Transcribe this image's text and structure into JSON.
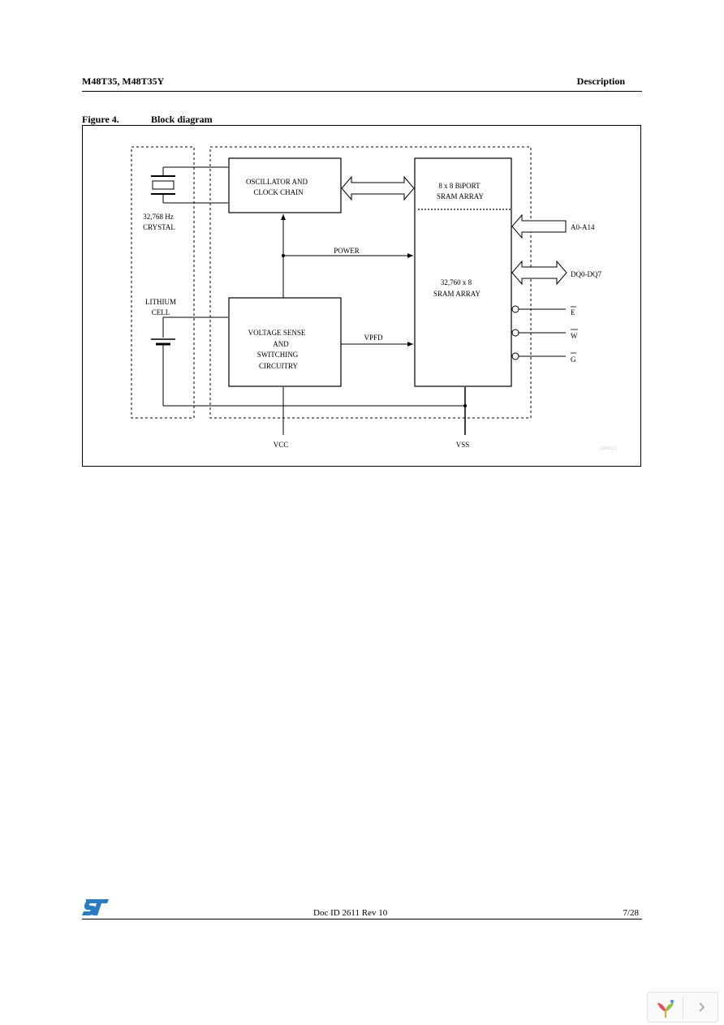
{
  "header": {
    "left": "M48T35, M48T35Y",
    "right": "Description"
  },
  "figure": {
    "number": "Figure 4.",
    "title": "Block diagram",
    "labels": {
      "crystal_freq": "32,768 Hz",
      "crystal": "CRYSTAL",
      "lithium": "LITHIUM",
      "cell": "CELL",
      "osc_line1": "OSCILLATOR AND",
      "osc_line2": "CLOCK CHAIN",
      "biport_line1": "8 x 8 BiPORT",
      "biport_line2": "SRAM ARRAY",
      "sram_line1": "32,760 x 8",
      "sram_line2": "SRAM ARRAY",
      "vs_line1": "VOLTAGE SENSE",
      "vs_line2": "AND",
      "vs_line3": "SWITCHING",
      "vs_line4": "CIRCUITRY",
      "power": "POWER",
      "vpfd": "VPFD",
      "addr": "A0-A14",
      "data": "DQ0-DQ7",
      "e": "E",
      "w": "W",
      "g": "G",
      "vcc": "VCC",
      "vss": "VSS",
      "code": "AI01623"
    }
  },
  "footer": {
    "doc_id": "Doc ID 2611 Rev 10",
    "page": "7/28"
  },
  "colors": {
    "logo_blue": "#2b7bc0",
    "code_gray": "#c8c8c8"
  }
}
